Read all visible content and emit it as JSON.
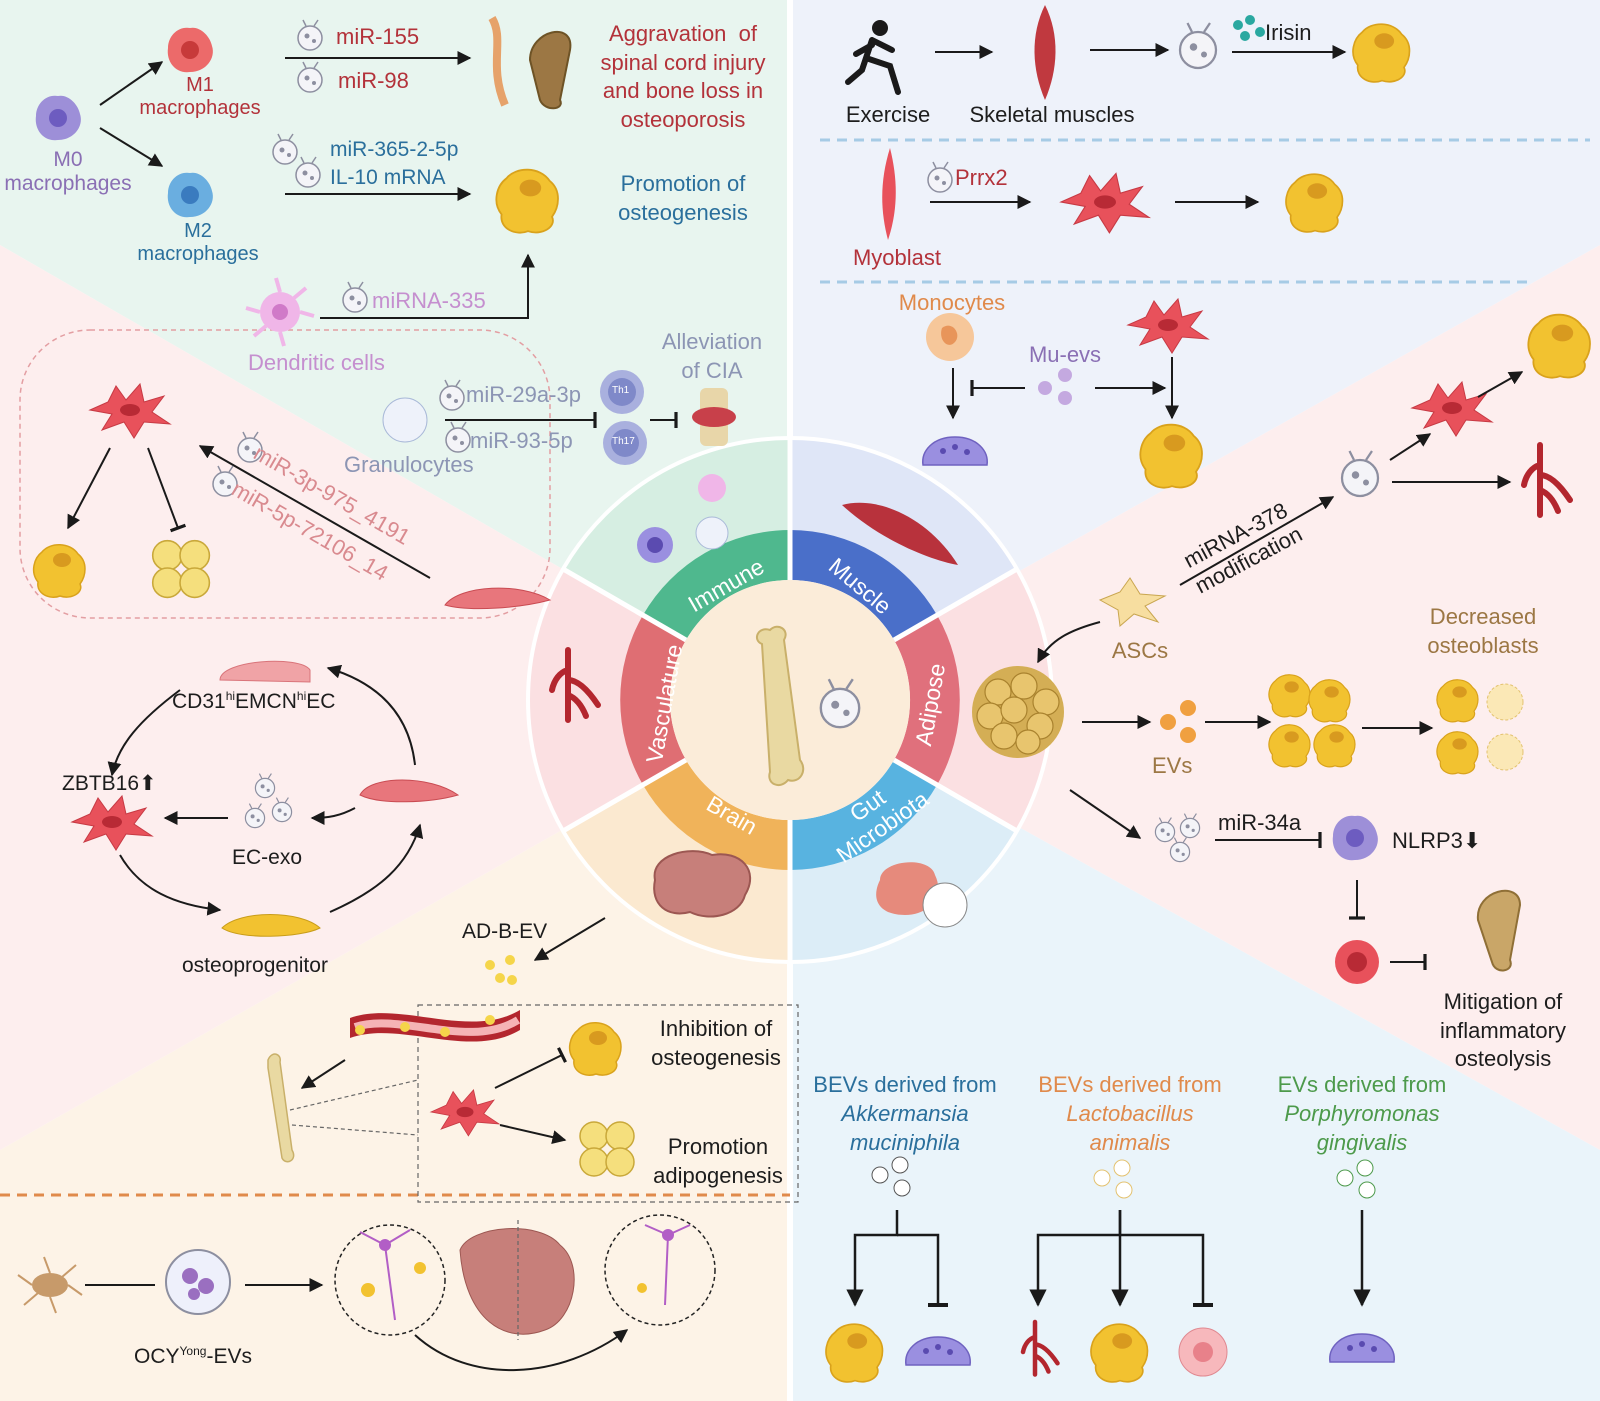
{
  "immune": {
    "m0": "M0\nmacrophages",
    "m1": "M1\nmacrophages",
    "m2": "M2\nmacrophages",
    "mir155": "miR-155",
    "mir98": "miR-98",
    "aggravation": "Aggravation  of\nspinal cord injury\nand bone loss in\nosteoporosis",
    "mir365": "miR-365-2-5p",
    "il10": "IL-10 mRNA",
    "promotion_osteo": "Promotion of\nosteogenesis",
    "mir335": "miRNA-335",
    "dendritic": "Dendritic cells",
    "alleviation": "Alleviation\nof CIA",
    "mir29a": "miR-29a-3p",
    "mir93": "miR-93-5p",
    "granulocytes": "Granulocytes",
    "th1": "Th1",
    "th17": "Th17"
  },
  "muscle": {
    "exercise": "Exercise",
    "skeletal": "Skeletal muscles",
    "irisin": "Irisin",
    "prrx2": "Prrx2",
    "myoblast": "Myoblast",
    "monocytes": "Monocytes",
    "muevs": "Mu-evs"
  },
  "adipose": {
    "mirna378": "miRNA-378\nmodification",
    "ascs": "ASCs",
    "decreased": "Decreased\nosteoblasts",
    "evs": "EVs",
    "mir34a": "miR-34a",
    "nlrp3": "NLRP3⬇",
    "mitigation": "Mitigation of\ninflammatory\nosteolysis"
  },
  "vasculature": {
    "mir975": "miR-3p-975_4191",
    "mir72106": "miR-5p-72106_14",
    "cd31_a": "CD31",
    "cd31_sup1": "hi",
    "cd31_b": "EMCN",
    "cd31_sup2": "hi",
    "cd31_c": "EC",
    "zbtb16": "ZBTB16⬆",
    "ecexo": "EC-exo",
    "osteoprogenitor": "osteoprogenitor"
  },
  "brain": {
    "adbev": "AD-B-EV",
    "inhibition": "Inhibition of\nosteogenesis",
    "promotion_adipo": "Promotion\nadipogenesis",
    "ocy_a": "OCY",
    "ocy_sup": "Yong",
    "ocy_b": "-EVs"
  },
  "gut": {
    "bev1_head": "BEVs derived from",
    "bev1_species": "Akkermansia\nmuciniphila",
    "bev2_head": "BEVs derived from",
    "bev2_species": "Lactobacillus\nanimalis",
    "bev3_head": "EVs derived from",
    "bev3_species": "Porphyromonas\ngingivalis"
  },
  "wheel": {
    "immune": "Immune",
    "muscle": "Muscle",
    "adipose": "Adipose",
    "gut": "Gut\nMicrobiota",
    "brain": "Brain",
    "vasculature": "Vasculature"
  },
  "colors": {
    "immune": "#4fb88e",
    "muscle": "#4a6fc9",
    "adipose": "#e0707c",
    "gut": "#58b3e0",
    "brain": "#f0b35a",
    "vasculature": "#df6e73",
    "osteoblast": "#f2c230",
    "bone": "#e7d9a3"
  }
}
